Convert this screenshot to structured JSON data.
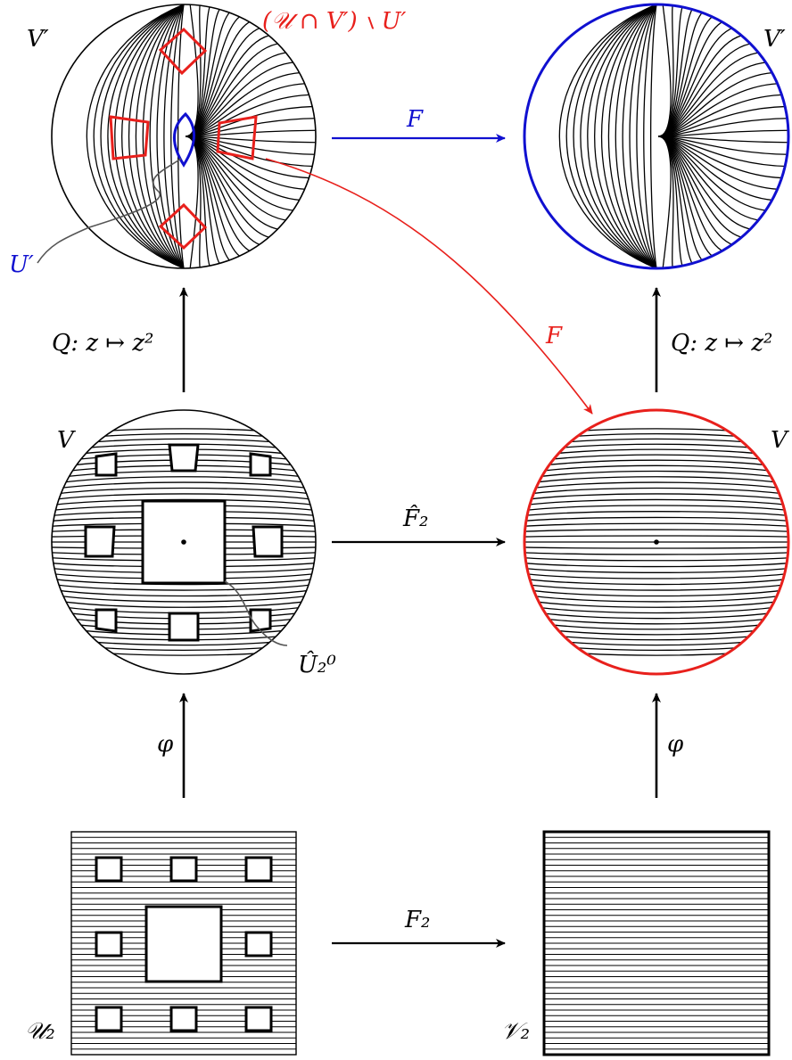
{
  "labels": {
    "vprime_left": "V′",
    "vprime_right": "V′",
    "u_cap_vprime_minus_uprime": "(𝒰 ∩ V′) ∖ U′",
    "uprime": "U′",
    "f_top": "F",
    "f_diag": "F",
    "q_left": "Q: z ↦ z²",
    "q_right": "Q: z ↦ z²",
    "v_left": "V",
    "v_right": "V",
    "f2_hat": "F̂₂",
    "u2_hat_0": "Û₂⁰",
    "phi_left": "φ",
    "phi_right": "φ",
    "f2": "F₂",
    "u2": "𝒰₂",
    "v2": "𝒱₂"
  },
  "colors": {
    "red": "#e8201c",
    "blue": "#1010d0",
    "black": "#000000",
    "grey": "#555555"
  }
}
